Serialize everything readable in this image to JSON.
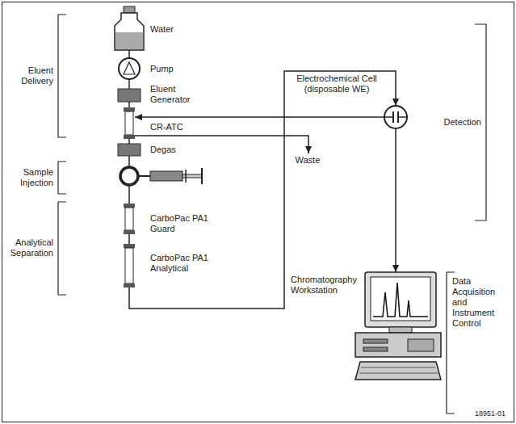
{
  "diagram": {
    "nodes": [
      {
        "text": [
          "Water"
        ]
      },
      {
        "text": [
          "Pump"
        ]
      },
      {
        "text": [
          "Eluent Generator"
        ]
      },
      {
        "text": [
          "CR-ATC"
        ]
      },
      {
        "text": [
          "Degas"
        ]
      },
      {
        "text": [
          "CarboPac PA1 Guard"
        ]
      },
      {
        "text": [
          "CarboPac PA1 Analytical"
        ]
      },
      {
        "text": [
          "Electrochemical Cell (disposable WE)"
        ]
      },
      {
        "text": [
          "Waste"
        ]
      },
      {
        "text": [
          "Chromatography Workstation"
        ]
      }
    ],
    "edges": [
      {
        "from": 0,
        "to": 1,
        "arrow": "none"
      },
      {
        "from": 1,
        "to": 2,
        "arrow": "none"
      },
      {
        "from": 2,
        "to": 3,
        "arrow": "none"
      },
      {
        "from": 3,
        "to": 4,
        "arrow": "none"
      },
      {
        "from": 5,
        "to": 6,
        "arrow": "none"
      },
      {
        "from": 6,
        "to": 7,
        "arrow": "to"
      },
      {
        "from": 7,
        "to": 3,
        "arrow": "to"
      },
      {
        "from": 3,
        "to": 8,
        "arrow": "to"
      },
      {
        "from": 7,
        "to": 9,
        "arrow": "to"
      }
    ],
    "labels": [
      "Eluent Delivery",
      "Sample Injection",
      "Analytical Separation",
      "Detection",
      "Data Acquisition and Instrument Control",
      "18951-01"
    ]
  }
}
